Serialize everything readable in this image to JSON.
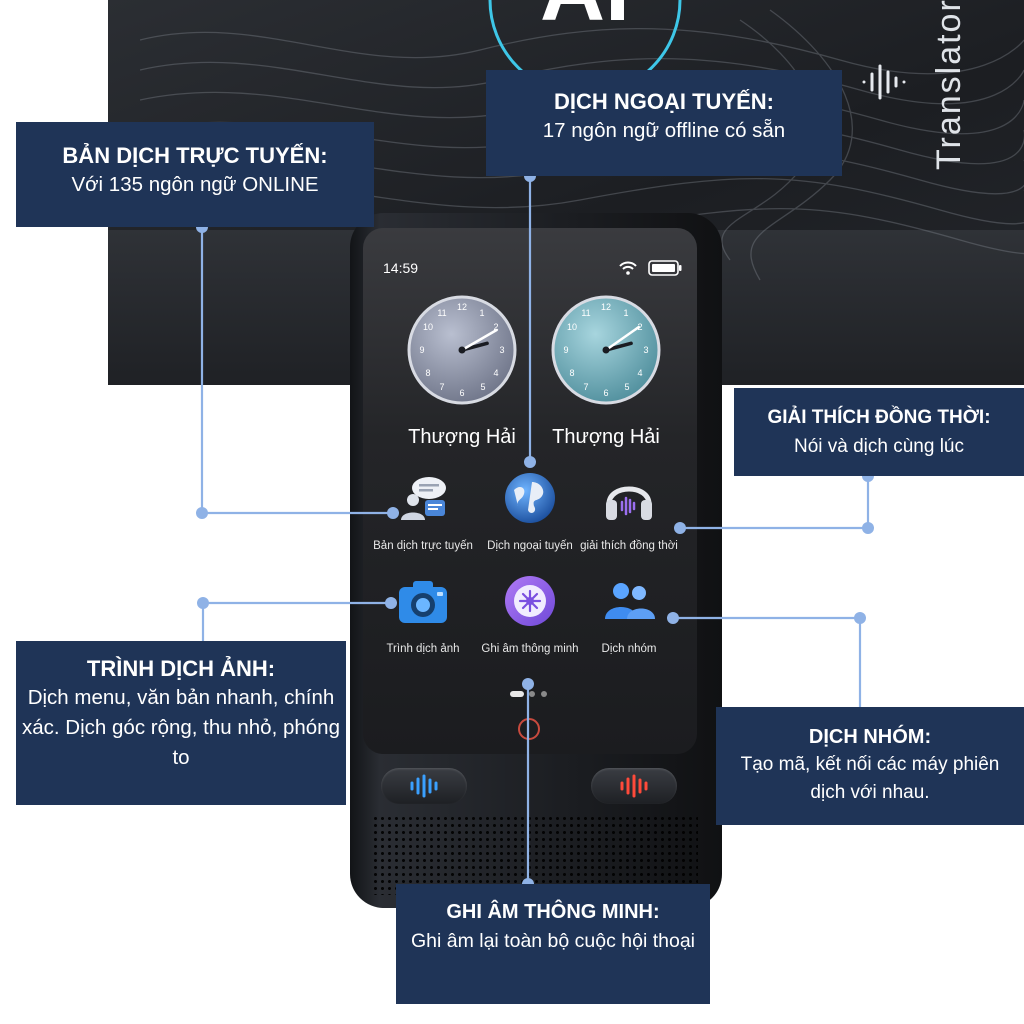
{
  "box": {
    "brand_text": "Translator",
    "logo_text": "AI"
  },
  "device": {
    "status_time": "14:59",
    "clocks": [
      {
        "city": "Thượng Hải",
        "hour_angle": 75,
        "minute_angle": 60
      },
      {
        "city": "Thượng Hải",
        "hour_angle": 75,
        "minute_angle": 55
      }
    ],
    "apps": [
      {
        "label": "Bản dịch trực tuyến",
        "icon": "chat-bubble-person-icon"
      },
      {
        "label": "Dịch ngoại tuyến",
        "icon": "globe-icon"
      },
      {
        "label": "giải thích đồng thời",
        "icon": "headphones-icon"
      },
      {
        "label": "Trình dịch ảnh",
        "icon": "camera-icon"
      },
      {
        "label": "Ghi âm thông minh",
        "icon": "voice-recorder-icon"
      },
      {
        "label": "Dịch nhóm",
        "icon": "group-people-icon"
      }
    ]
  },
  "callouts": {
    "online": {
      "title": "BẢN DỊCH TRỰC TUYẾN:",
      "desc": "Với 135 ngôn ngữ ONLINE"
    },
    "offline": {
      "title": "DỊCH NGOẠI TUYẾN:",
      "desc": "17 ngôn ngữ offline có sẵn"
    },
    "simultaneous": {
      "title": "GIẢI THÍCH ĐỒNG THỜI:",
      "desc": "Nói và dịch cùng lúc"
    },
    "photo": {
      "title": "TRÌNH DỊCH ẢNH:",
      "desc": "Dịch menu, văn bản nhanh, chính xác. Dịch góc rộng, thu nhỏ, phóng to"
    },
    "group": {
      "title": "DỊCH NHÓM:",
      "desc": "Tạo mã, kết nối các máy phiên dịch với nhau."
    },
    "record": {
      "title": "GHI ÂM THÔNG MINH:",
      "desc": "Ghi âm lại toàn bộ cuộc hội thoại"
    }
  },
  "colors": {
    "callout_bg": "#1f3457",
    "connector": "#8fb2e6",
    "left_button_wave": "#3aa0ff",
    "right_button_wave": "#ff4a3a"
  }
}
